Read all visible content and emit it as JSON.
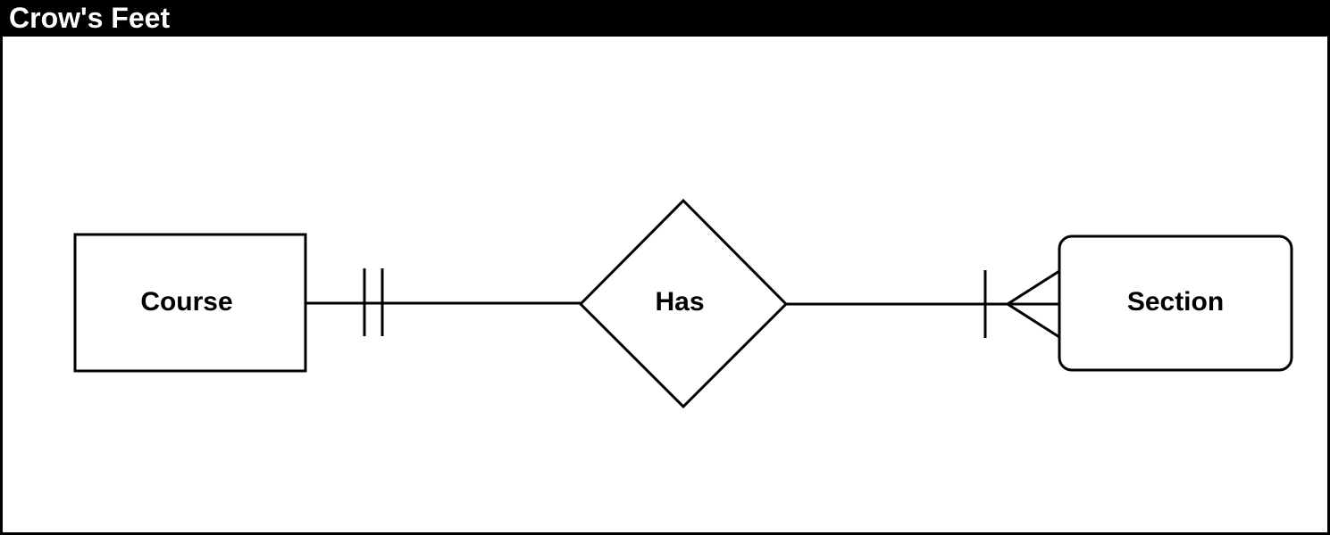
{
  "title": "Crow's Feet",
  "entities": {
    "left": {
      "label": "Course"
    },
    "right": {
      "label": "Section"
    }
  },
  "relationship": {
    "label": "Has"
  },
  "notation": {
    "course_end": "one-and-only-one",
    "section_end": "one-or-many"
  },
  "colors": {
    "title_bar": "#000000",
    "title_text": "#ffffff",
    "stroke": "#000000",
    "background": "#ffffff"
  }
}
